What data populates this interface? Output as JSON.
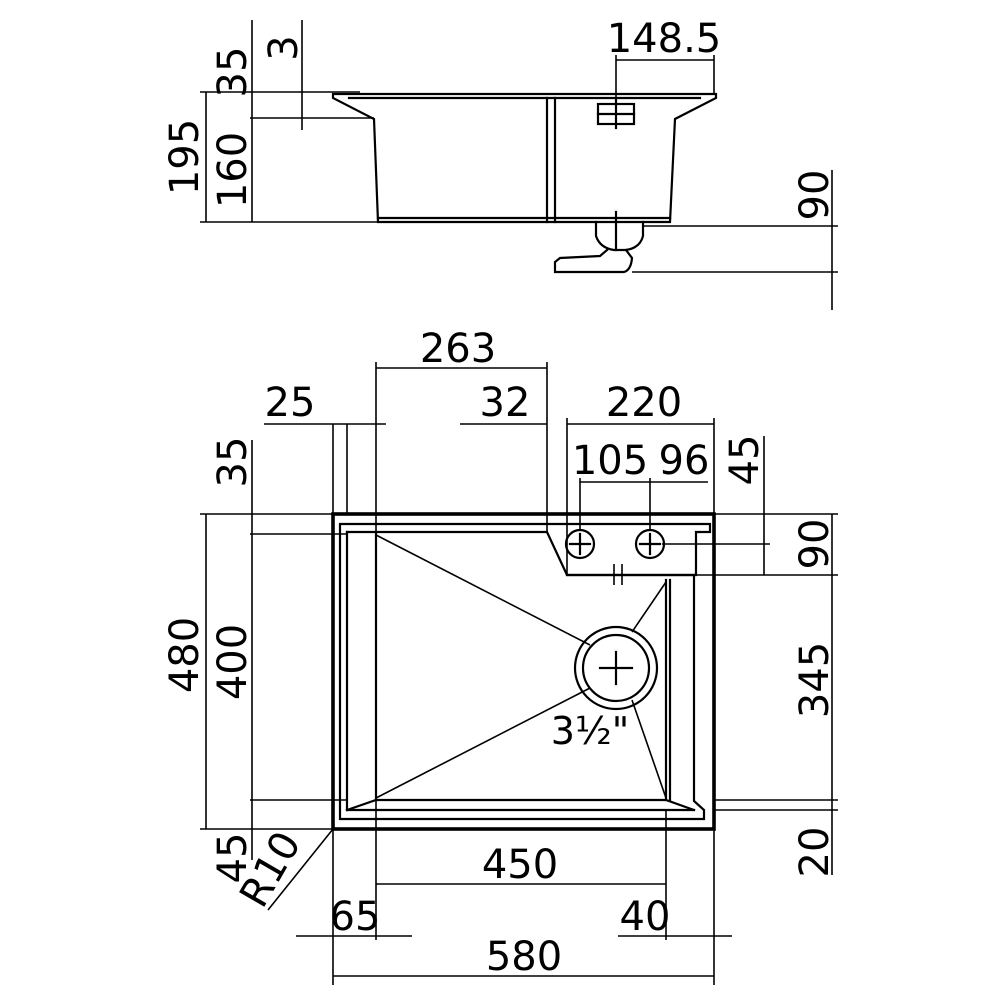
{
  "side_view": {
    "dims": {
      "flange_thickness": "35",
      "lip": "3",
      "overall_depth": "195",
      "bowl_depth": "160",
      "tap_offset": "148.5",
      "drain_height": "90"
    }
  },
  "plan_view": {
    "dims": {
      "bowl_to_shelf": "263",
      "left_edge": "25",
      "shelf_gap": "32",
      "shelf_width": "220",
      "hole_left": "105",
      "hole_spacing": "96",
      "top_edge": "35",
      "hole_row": "45",
      "overall_width": "480",
      "bowl_length": "400",
      "shelf_depth": "90",
      "bowl_right": "345",
      "bottom_edge": "45",
      "corner_radius": "R10",
      "bowl_width": "450",
      "right_rim": "20",
      "left_rim": "65",
      "right_margin": "40",
      "overall_length": "580"
    },
    "drain_size": "3½\""
  }
}
